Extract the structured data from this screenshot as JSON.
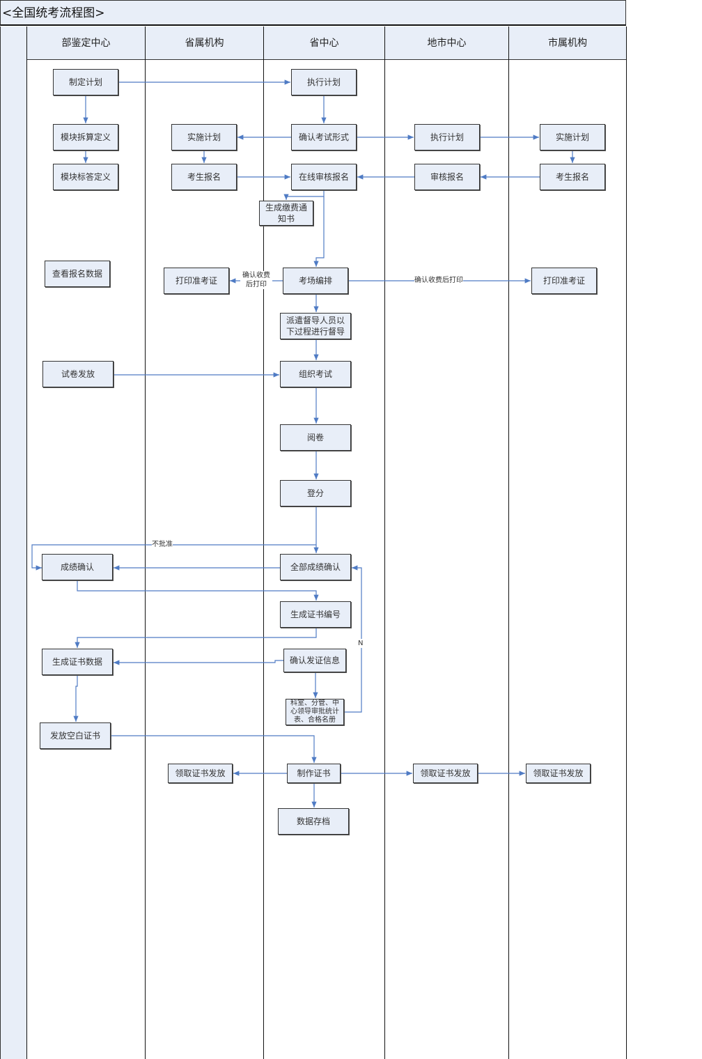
{
  "title": "<全国统考流程图>",
  "lanes": [
    "部鉴定中心",
    "省属机构",
    "省中心",
    "地市中心",
    "市属机构"
  ],
  "boxes": {
    "b1": "制定计划",
    "b2": "执行计划",
    "b3": "模块拆算定义",
    "b4": "实施计划",
    "b5": "确认考试形式",
    "b6": "执行计划",
    "b7": "实施计划",
    "b8": "模块标答定义",
    "b9": "考生报名",
    "b10": "在线审核报名",
    "b11": "审核报名",
    "b12": "考生报名",
    "b13": "生成缴费通知书",
    "b14": "查看报名数据",
    "b15": "打印准考证",
    "b16": "考场编排",
    "b17": "打印准考证",
    "b18": "派遣督导人员以下过程进行督导",
    "b19": "试卷发放",
    "b20": "组织考试",
    "b21": "阅卷",
    "b22": "登分",
    "b23": "成绩确认",
    "b24": "全部成绩确认",
    "b25": "生成证书编号",
    "b26": "生成证书数据",
    "b27": "确认发证信息",
    "b28": "科室、分管、中心领导审批统计表、合格名册",
    "b29": "发放空白证书",
    "b30": "领取证书发放",
    "b31": "制作证书",
    "b32": "领取证书发放",
    "b33": "领取证书发放",
    "b34": "数据存档"
  },
  "labels": {
    "confirm_fee_left": "确认收费后打印",
    "confirm_fee_right": "确认收费后打印",
    "reject": "不批准",
    "no": "N"
  },
  "colors": {
    "line": "#4f7bc4",
    "fill": "#e8eef8"
  }
}
